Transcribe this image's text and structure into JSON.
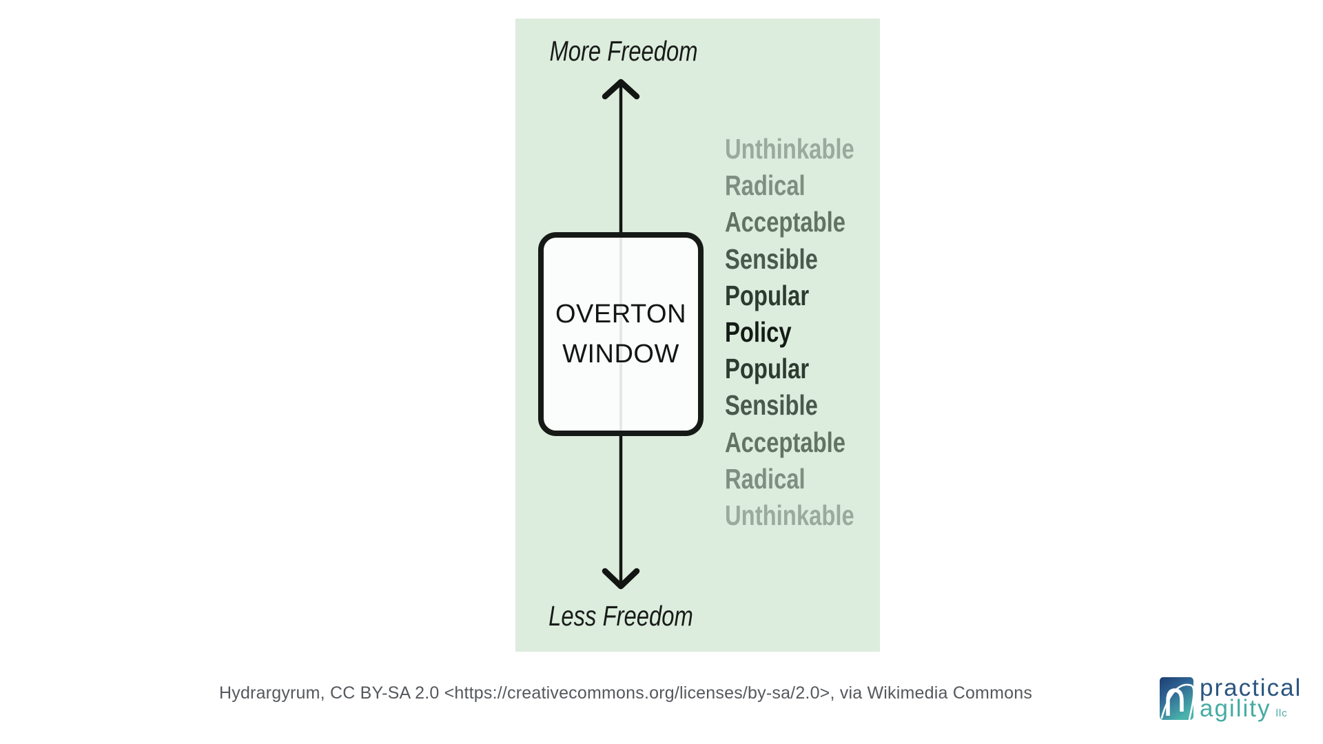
{
  "diagram": {
    "panel_bg": "#dcecdd",
    "top_label": "More Freedom",
    "bottom_label": "Less Freedom",
    "box_title_line1": "OVERTON",
    "box_title_line2": "WINDOW",
    "axis_color": "#121512",
    "scale_words": [
      {
        "label": "Unthinkable",
        "color": "#9aaa9d"
      },
      {
        "label": "Radical",
        "color": "#7d8f81"
      },
      {
        "label": "Acceptable",
        "color": "#617463"
      },
      {
        "label": "Sensible",
        "color": "#485a4c"
      },
      {
        "label": "Popular",
        "color": "#2d3b30"
      },
      {
        "label": "Policy",
        "color": "#131c15"
      },
      {
        "label": "Popular",
        "color": "#2d3b30"
      },
      {
        "label": "Sensible",
        "color": "#485a4c"
      },
      {
        "label": "Acceptable",
        "color": "#617463"
      },
      {
        "label": "Radical",
        "color": "#7d8f81"
      },
      {
        "label": "Unthinkable",
        "color": "#9aaa9d"
      }
    ]
  },
  "attribution": "Hydrargyrum, CC BY-SA 2.0 <https://creativecommons.org/licenses/by-sa/2.0>, via Wikimedia Commons",
  "logo": {
    "word1": "practical",
    "word2": "agility",
    "suffix": "llc",
    "blue": "#2a547f",
    "teal": "#46aba3",
    "mark_gradient_top": "#1c3f6e",
    "mark_gradient_mid": "#2f6394",
    "mark_gradient_bottom": "#49b2ab"
  }
}
